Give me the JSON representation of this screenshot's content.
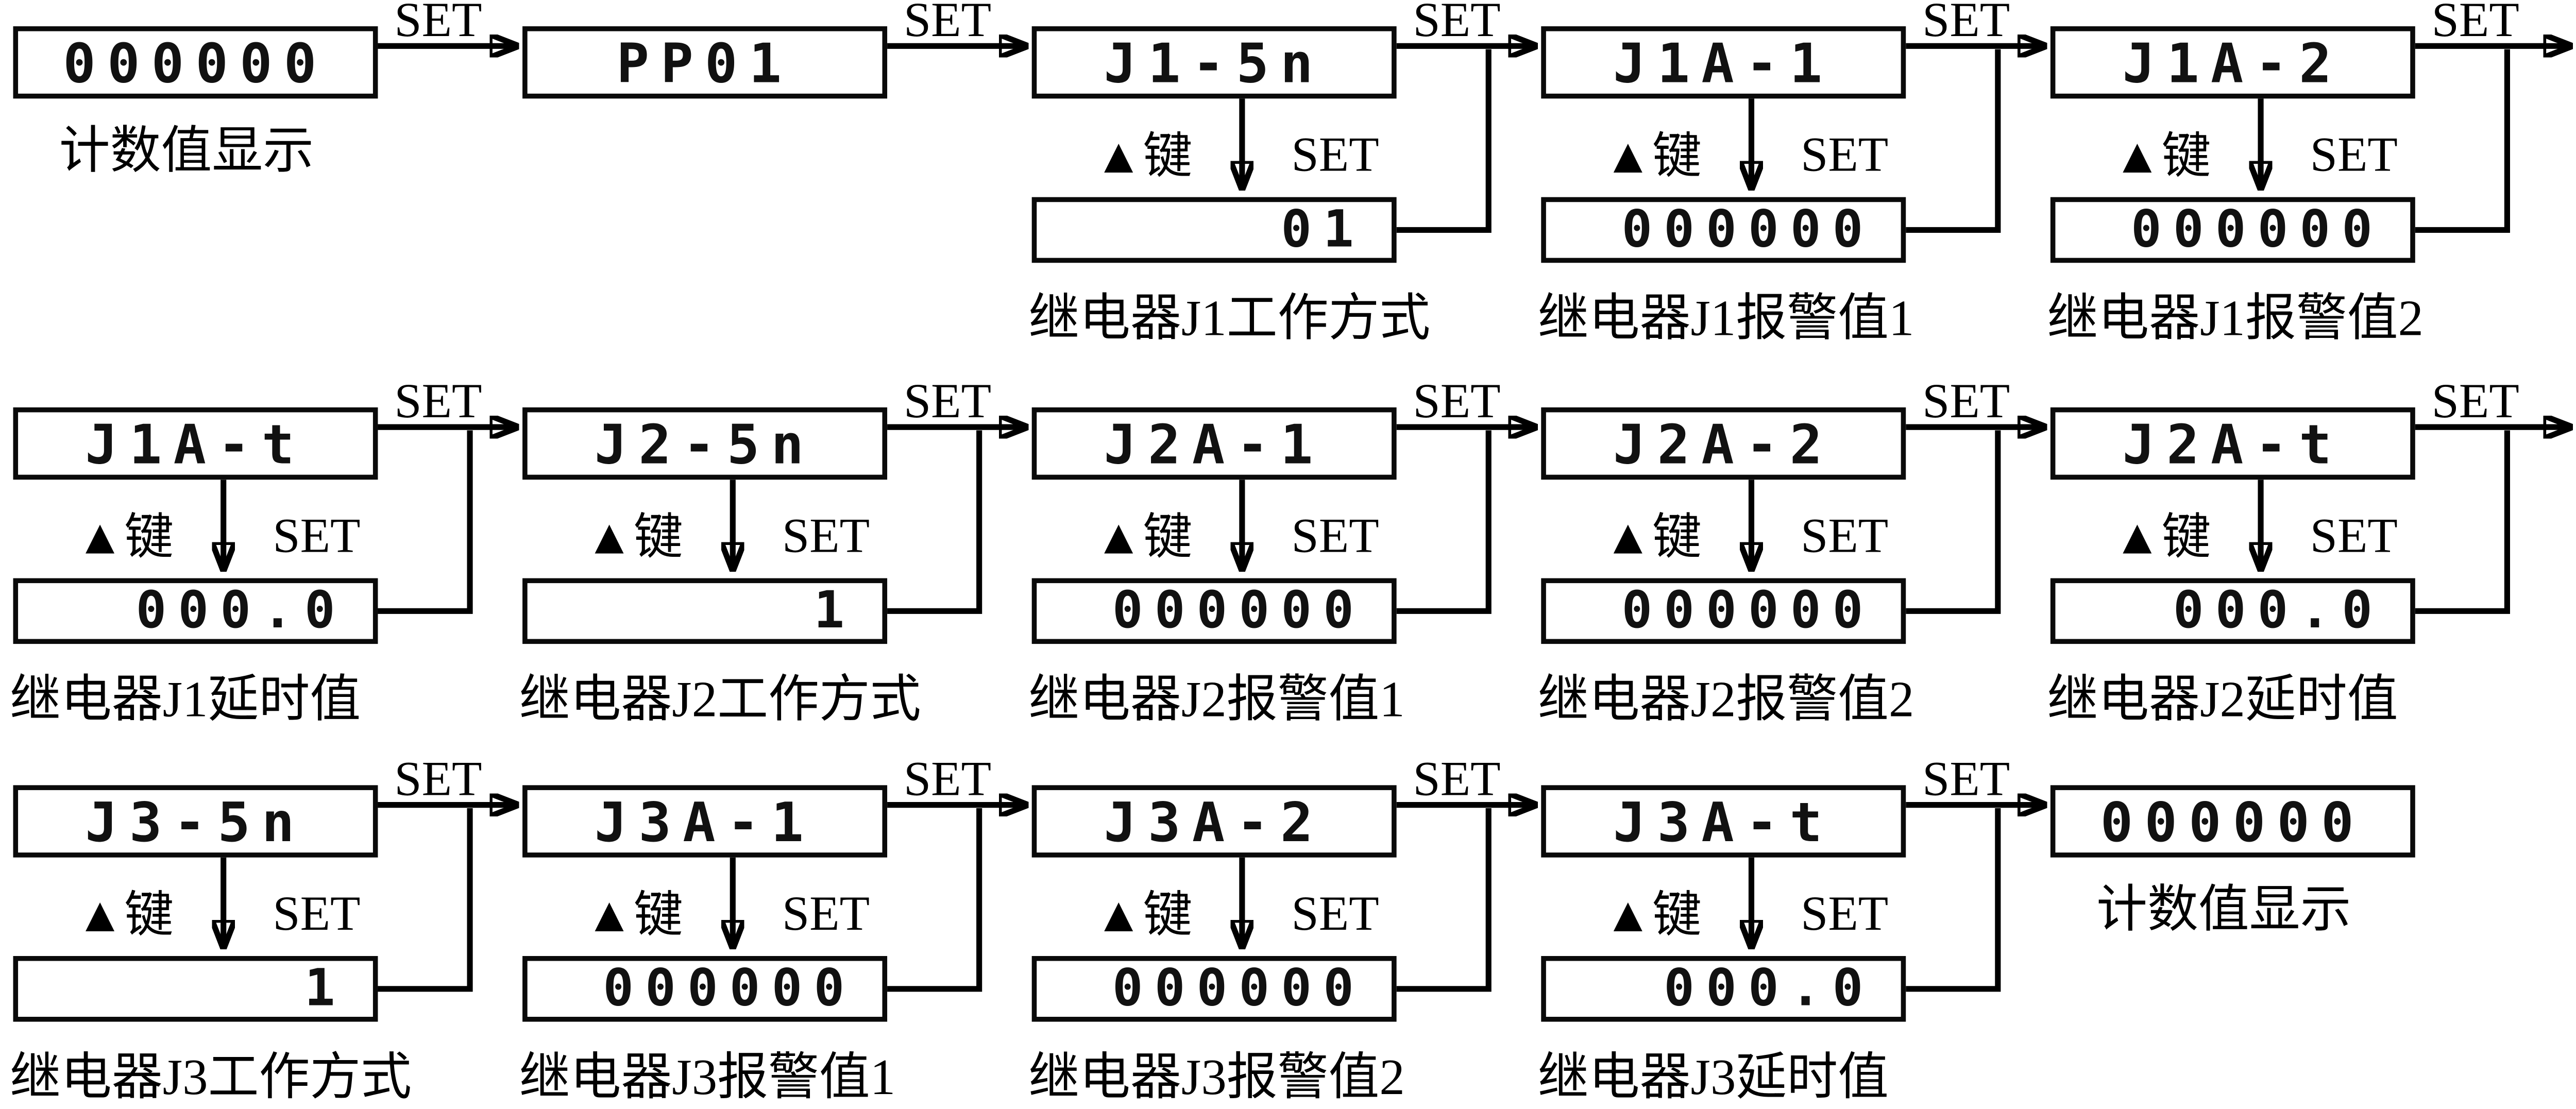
{
  "labels": {
    "set": "SET",
    "up_key": "▲键"
  },
  "colors": {
    "ink": "#000000",
    "background": "#ffffff"
  },
  "rows": [
    [
      {
        "display": "000000",
        "caption": "计数值显示"
      },
      {
        "display": "PP01"
      },
      {
        "display": "J1-5n",
        "sub": "01",
        "caption": "继电器J1工作方式"
      },
      {
        "display": "J1A-1",
        "sub": "000000",
        "caption": "继电器J1报警值1"
      },
      {
        "display": "J1A-2",
        "sub": "000000",
        "caption": "继电器J1报警值2"
      }
    ],
    [
      {
        "display": "J1A-t",
        "sub": "000.0",
        "caption": "继电器J1延时值"
      },
      {
        "display": "J2-5n",
        "sub": "1",
        "caption": "继电器J2工作方式"
      },
      {
        "display": "J2A-1",
        "sub": "000000",
        "caption": "继电器J2报警值1"
      },
      {
        "display": "J2A-2",
        "sub": "000000",
        "caption": "继电器J2报警值2"
      },
      {
        "display": "J2A-t",
        "sub": "000.0",
        "caption": "继电器J2延时值"
      }
    ],
    [
      {
        "display": "J3-5n",
        "sub": "1",
        "caption": "继电器J3工作方式"
      },
      {
        "display": "J3A-1",
        "sub": "000000",
        "caption": "继电器J3报警值1"
      },
      {
        "display": "J3A-2",
        "sub": "000000",
        "caption": "继电器J3报警值2"
      },
      {
        "display": "J3A-t",
        "sub": "000.0",
        "caption": "继电器J3延时值"
      },
      {
        "display": "000000",
        "caption": "计数值显示"
      }
    ]
  ]
}
